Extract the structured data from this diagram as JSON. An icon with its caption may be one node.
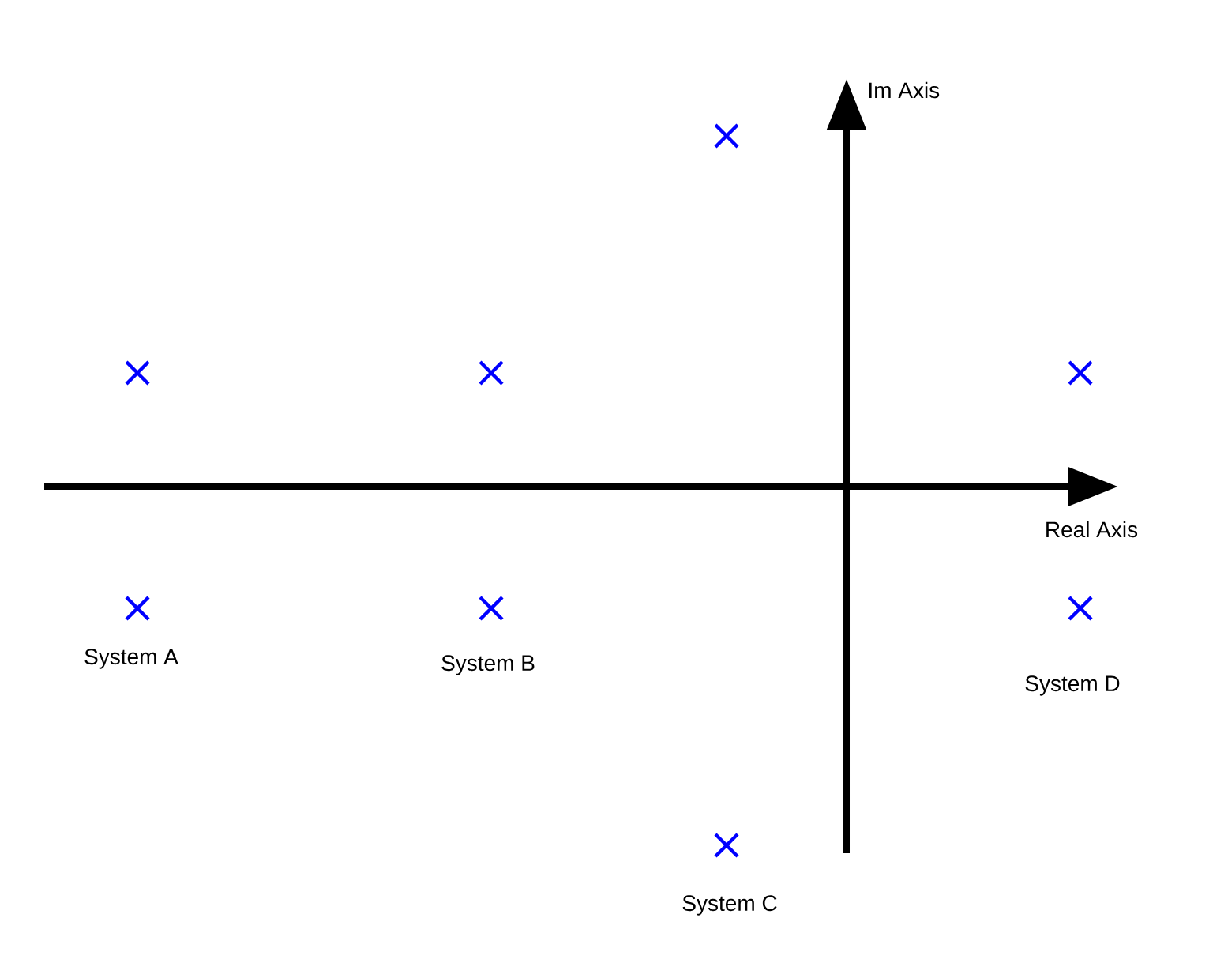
{
  "diagram": {
    "labels": [
      "Im Axis",
      "Real Axis",
      "System A",
      "System B",
      "System D",
      "System C"
    ]
  }
}
